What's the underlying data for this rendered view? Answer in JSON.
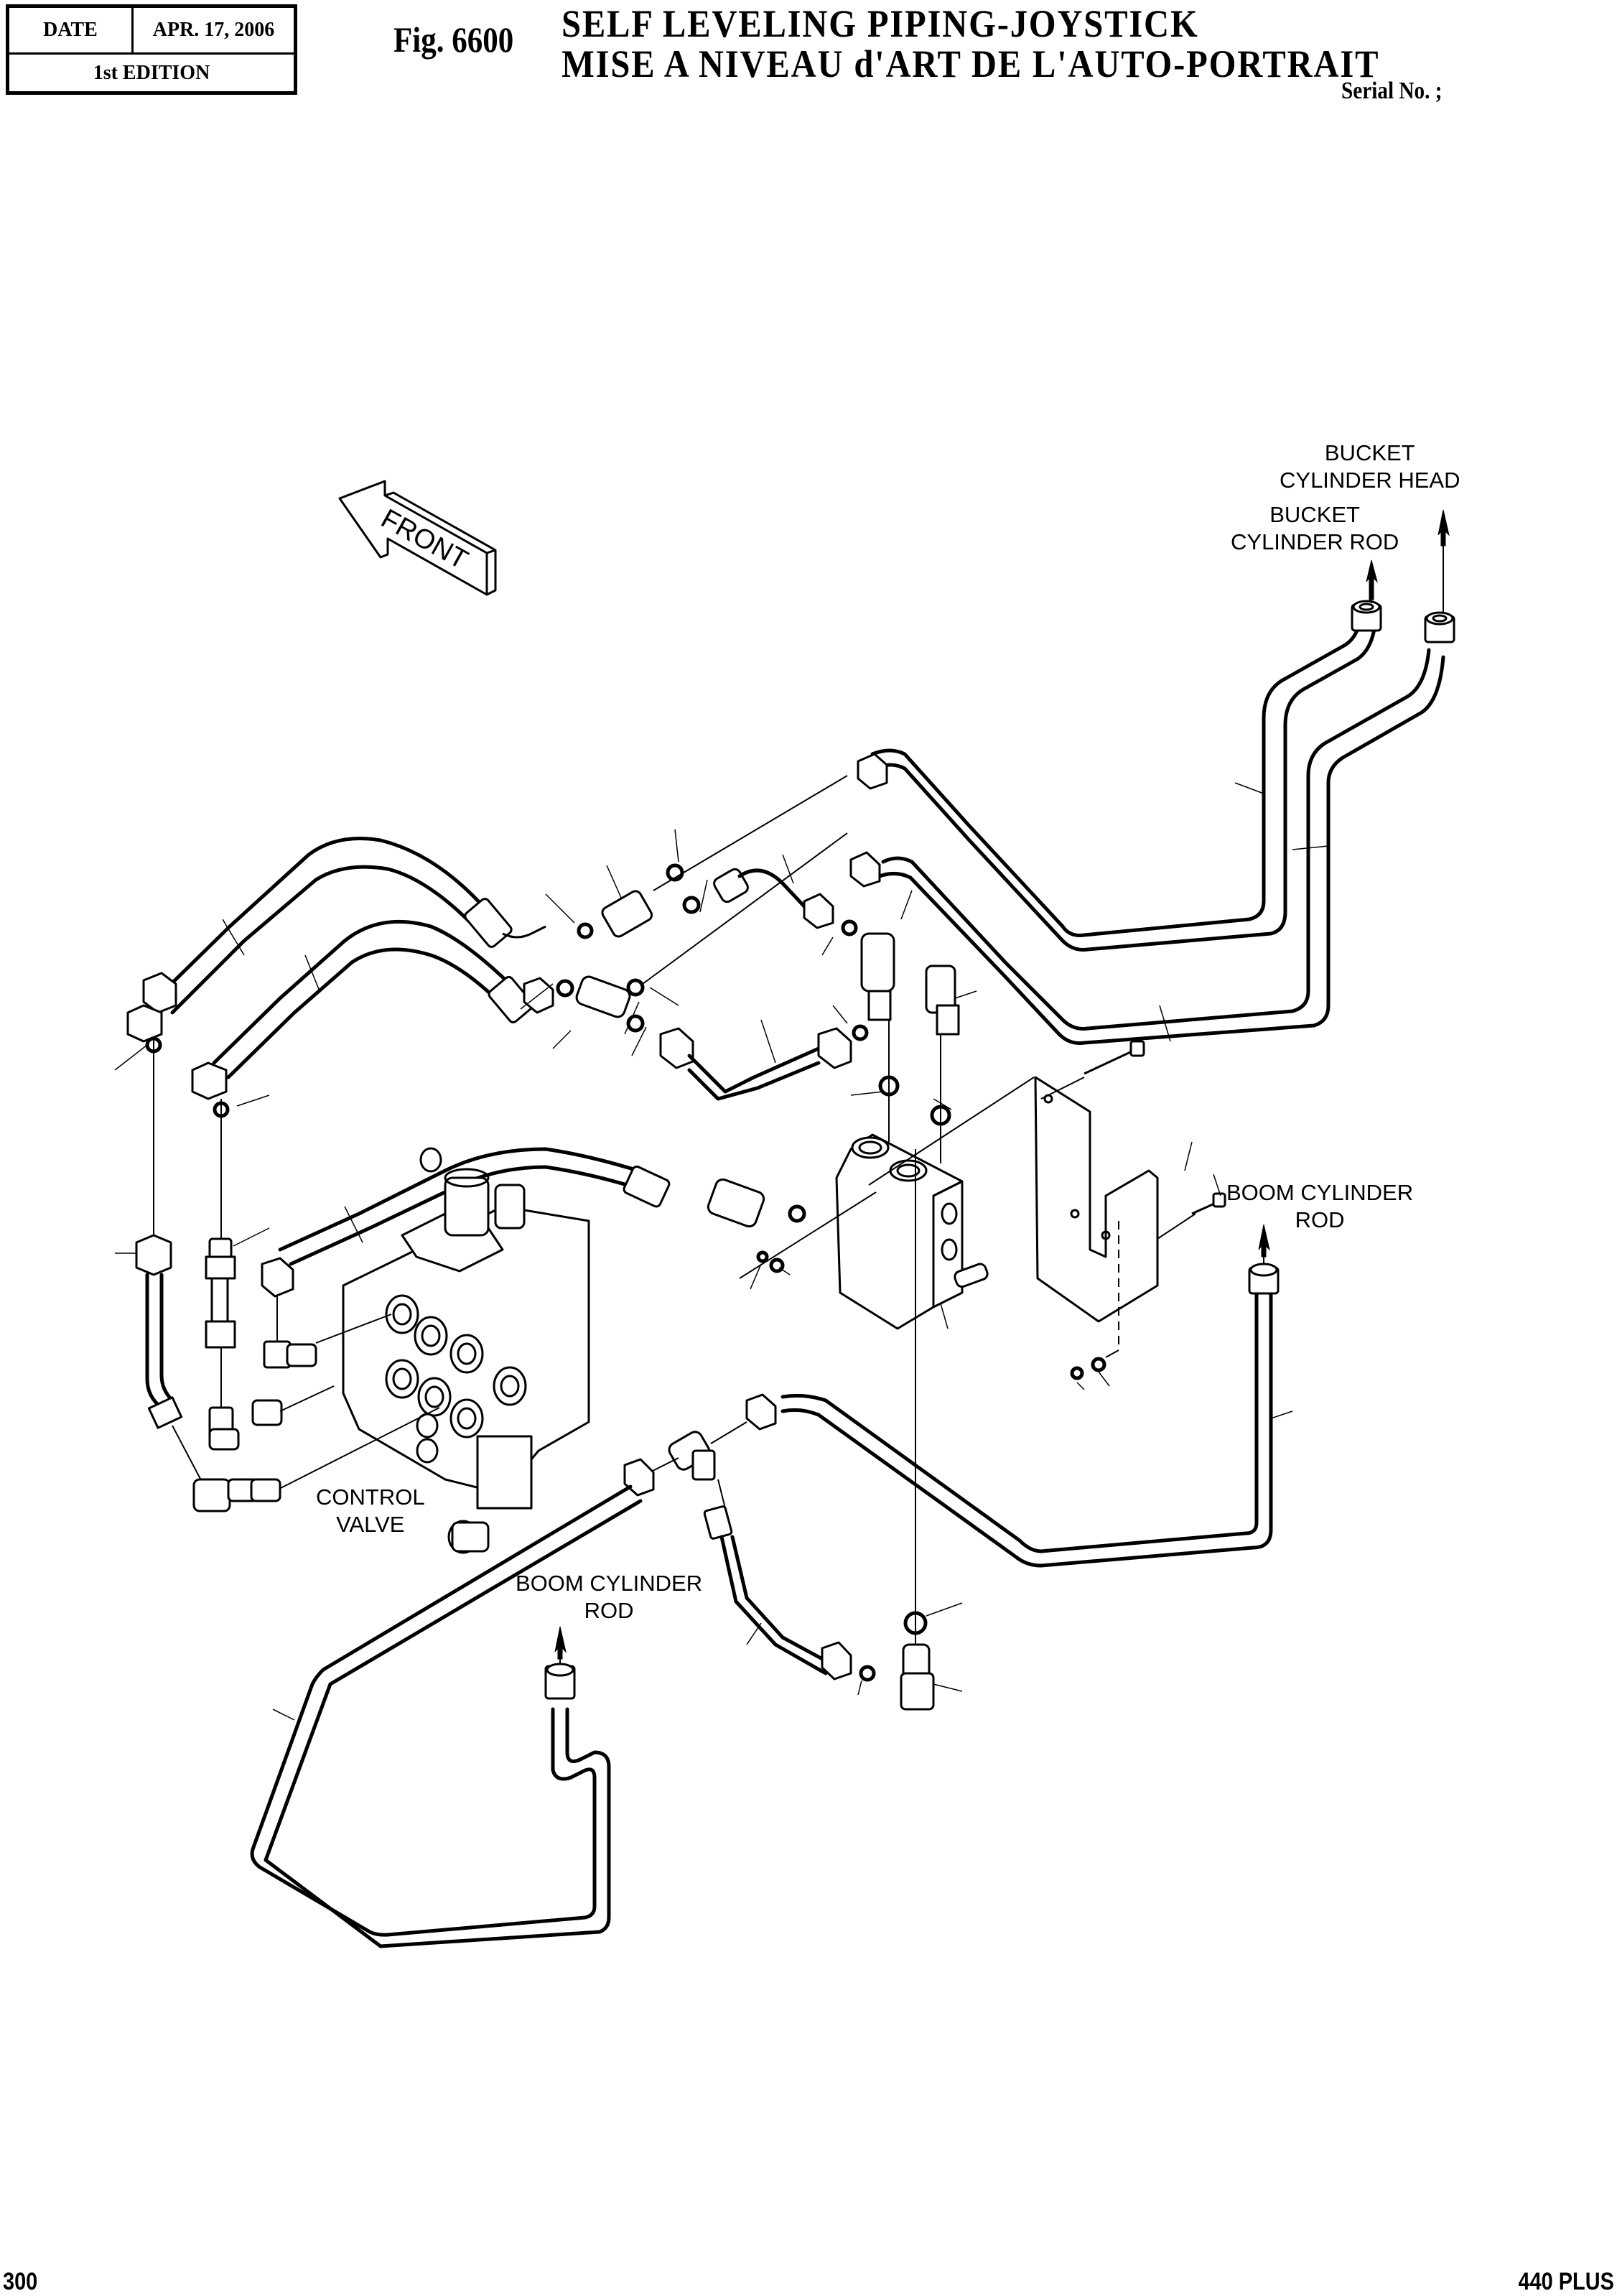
{
  "header": {
    "date_label": "DATE",
    "date_value": "APR. 17, 2006",
    "edition": "1st EDITION",
    "figure_number": "Fig. 6600",
    "title_en": "SELF LEVELING PIPING-JOYSTICK",
    "title_fr": "MISE A NIVEAU d'ART DE L'AUTO-PORTRAIT",
    "serial_label": "Serial No. ;"
  },
  "diagram": {
    "direction_arrow": "FRONT",
    "labels": {
      "bucket_head_line1": "BUCKET",
      "bucket_head_line2": "CYLINDER HEAD",
      "bucket_rod_line1": "BUCKET",
      "bucket_rod_line2": "CYLINDER ROD",
      "boom_right_line1": "BOOM CYLINDER",
      "boom_right_line2": "ROD",
      "boom_left_line1": "BOOM CYLINDER",
      "boom_left_line2": "ROD",
      "control_valve_line1": "CONTROL",
      "control_valve_line2": "VALVE"
    },
    "components": [
      "control-valve",
      "self-leveling-valve",
      "mounting-bracket",
      "bucket-cylinder-head-pipe",
      "bucket-cylinder-rod-pipe",
      "boom-cylinder-rod-pipe-right",
      "boom-cylinder-rod-pipe-left",
      "hoses",
      "tee-fittings",
      "elbow-fittings",
      "o-rings",
      "bolts",
      "nuts",
      "washers"
    ]
  },
  "footer": {
    "page_number": "300",
    "model": "440 PLUS"
  }
}
